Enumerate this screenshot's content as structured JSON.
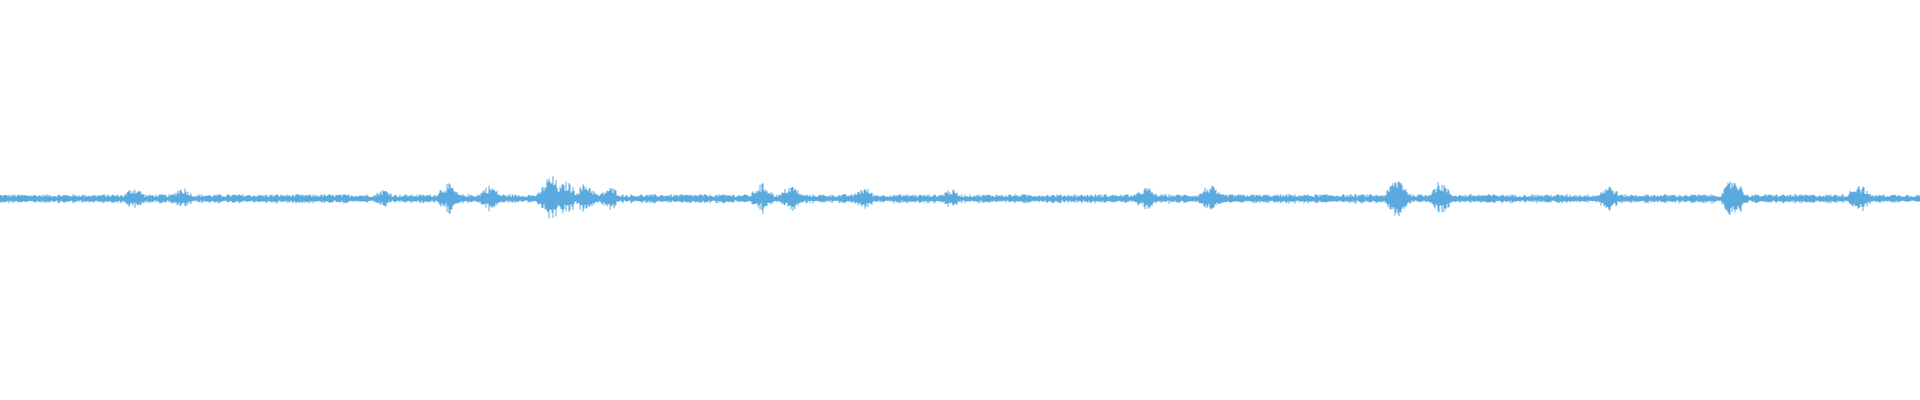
{
  "waveform": {
    "color": "#5aa9df",
    "baseline_amplitude": 0.012,
    "bursts": [
      {
        "pos": 0.07,
        "amp": 0.03
      },
      {
        "pos": 0.095,
        "amp": 0.03
      },
      {
        "pos": 0.2,
        "amp": 0.025
      },
      {
        "pos": 0.233,
        "amp": 0.04
      },
      {
        "pos": 0.255,
        "amp": 0.035
      },
      {
        "pos": 0.287,
        "amp": 0.06
      },
      {
        "pos": 0.295,
        "amp": 0.045
      },
      {
        "pos": 0.305,
        "amp": 0.04
      },
      {
        "pos": 0.318,
        "amp": 0.03
      },
      {
        "pos": 0.397,
        "amp": 0.04
      },
      {
        "pos": 0.412,
        "amp": 0.035
      },
      {
        "pos": 0.45,
        "amp": 0.03
      },
      {
        "pos": 0.495,
        "amp": 0.025
      },
      {
        "pos": 0.597,
        "amp": 0.03
      },
      {
        "pos": 0.63,
        "amp": 0.035
      },
      {
        "pos": 0.728,
        "amp": 0.055
      },
      {
        "pos": 0.75,
        "amp": 0.045
      },
      {
        "pos": 0.838,
        "amp": 0.035
      },
      {
        "pos": 0.903,
        "amp": 0.055
      },
      {
        "pos": 0.968,
        "amp": 0.04
      }
    ]
  }
}
